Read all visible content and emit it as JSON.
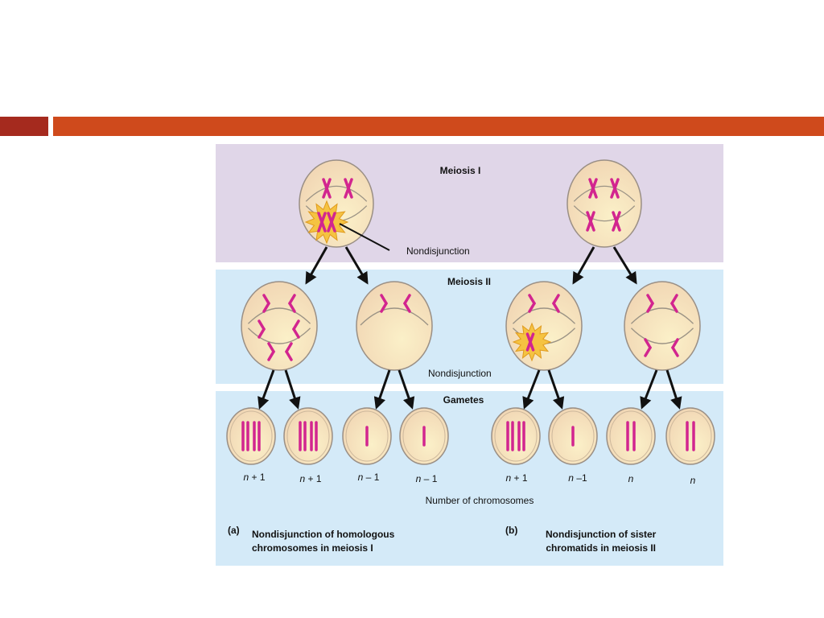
{
  "colors": {
    "bar_dark": "#a52a1e",
    "bar_main": "#cf4a1c",
    "meiosis1_band": "#e0d6e8",
    "band_blue": "#d4eaf8",
    "cell_fill": "#f5dfbd",
    "cell_stroke": "#9a8f85",
    "chromosome": "#d2258f",
    "burst": "#f5c341"
  },
  "labels": {
    "meiosis1": "Meiosis I",
    "meiosis2": "Meiosis II",
    "gametes": "Gametes",
    "nondisjunction_1": "Nondisjunction",
    "nondisjunction_2": "Nondisjunction",
    "number_of_chromosomes": "Number of chromosomes"
  },
  "gametes": [
    {
      "n": "n",
      "sign": "+",
      "k": "1"
    },
    {
      "n": "n",
      "sign": "+",
      "k": "1"
    },
    {
      "n": "n",
      "sign": "–",
      "k": "1"
    },
    {
      "n": "n",
      "sign": "–",
      "k": "1"
    },
    {
      "n": "n",
      "sign": "+",
      "k": "1"
    },
    {
      "n": "n",
      "sign": "–",
      "k": "1"
    },
    {
      "n": "n",
      "sign": "",
      "k": ""
    },
    {
      "n": "n",
      "sign": "",
      "k": ""
    }
  ],
  "captions": {
    "a_letter": "(a)",
    "a_line1": "Nondisjunction of homologous",
    "a_line2": "chromosomes in meiosis I",
    "b_letter": "(b)",
    "b_line1": "Nondisjunction of sister",
    "b_line2": "chromatids in meiosis II"
  }
}
